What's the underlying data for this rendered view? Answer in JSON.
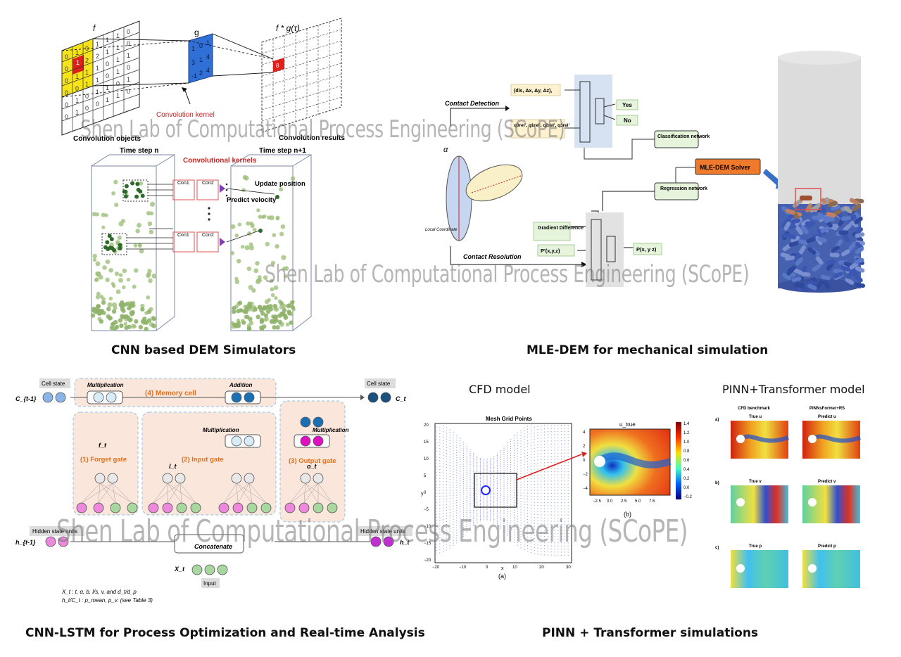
{
  "watermark": {
    "text": "Shen Lab of Computational Process Engineering (SCoPE)"
  },
  "captions": {
    "cnn_dem": "CNN based DEM Simulators",
    "mle_dem": "MLE-DEM for mechanical simulation",
    "cnn_lstm": "CNN-LSTM for Process Optimization and Real-time Analysis",
    "pinn": "PINN + Transformer simulations"
  },
  "convolution": {
    "f_label": "f",
    "g_label": "g",
    "result_label": "f * g(τ)",
    "kernel_label": "Convolution kernel",
    "objects_label": "Convolution objects",
    "results_label": "Convolution results"
  },
  "timesteps": {
    "step_n": "Time step n",
    "step_n1": "Time step n+1",
    "conv_kernels": "Convolutional kernels",
    "update_position": "Update position",
    "predict_velocity": "Predict velocity",
    "con1": "Con1",
    "con2": "Con2"
  },
  "mle": {
    "contact_detection": "Contact Detection",
    "contact_resolution": "Contact Resolution",
    "input1": "(dis, Δx, Δy, Δz),",
    "input2": "q0rel', q1rel', q2rel', q3rel'",
    "yes": "Yes",
    "no": "No",
    "classification": "Classification network",
    "regression": "Regression network",
    "solver": "MLE-DEM Solver",
    "gradient": "Gradient Difference",
    "p_prime": "P'(x,y,z)",
    "p_out": "P(x, y z)",
    "local_coord": "Local Coordinate",
    "alpha": "α"
  },
  "lstm": {
    "cell_state": "Cell state",
    "multiplication": "Multiplication",
    "addition": "Addition",
    "memory_cell": "(4) Memory cell",
    "forget_gate": "(1) Forget gate",
    "input_gate": "(2) Input gate",
    "output_gate": "(3) Output gate",
    "hidden_state": "Hidden state units",
    "concatenate": "Concatenate",
    "input": "Input",
    "c_prev": "C_{t-1}",
    "c_t": "C_t",
    "h_prev": "h_{t-1}",
    "h_t": "h_t",
    "x_t": "X_t",
    "f_t": "f_t",
    "i_t": "I_t",
    "o_t": "o_t",
    "note1": "X_t : t, α, b, l/s, v, and d_t/d_p",
    "note2": "h_t/C_t : p_mean, p_v. (see Table 3)"
  },
  "cfd": {
    "title": "CFD model",
    "mesh_title": "Mesh Grid Points",
    "u_title": "u_true",
    "label_a": "(a)",
    "label_b": "(b)",
    "x_axis": "x",
    "y_axis": "y",
    "mesh_xticks": [
      "−20",
      "−10",
      "0",
      "10",
      "20",
      "30"
    ],
    "mesh_yticks": [
      "20",
      "15",
      "10",
      "5",
      "0",
      "−5",
      "−10",
      "−15",
      "−20"
    ],
    "u_xticks": [
      "−2.5",
      "0.0",
      "2.5",
      "5.0",
      "7.5"
    ],
    "u_yticks": [
      "4",
      "2",
      "0",
      "−2",
      "−4"
    ],
    "colorbar_ticks": [
      "1.4",
      "1.2",
      "1.0",
      "0.8",
      "0.6",
      "0.4",
      "0.2",
      "0.0",
      "−0.2"
    ]
  },
  "pinn": {
    "title": "PINN+Transformer model",
    "col1": "CFD benchmark",
    "col2": "PINNsFormer+RS",
    "row_a": "a)",
    "row_b": "b)",
    "row_c": "c)",
    "true_u": "True u",
    "predict_u": "Predict u",
    "true_v": "True v",
    "predict_v": "Predict v",
    "true_p": "True p",
    "predict_p": "Predict p"
  },
  "colors": {
    "yellow": "#f5e31c",
    "red": "#e0201a",
    "blue_kernel": "#2f6fd6",
    "particle_green": "#9fbf7a",
    "dark_green": "#2e6b2a",
    "solver_orange": "#f07a2c",
    "lstm_peach": "#fbe6dc",
    "lstm_dash": "#8cc3e8",
    "lstm_blue": "#1b6fb3",
    "pink": "#ee88dd",
    "lightgreen": "#a8d8a0",
    "magenta": "#e010c0"
  }
}
